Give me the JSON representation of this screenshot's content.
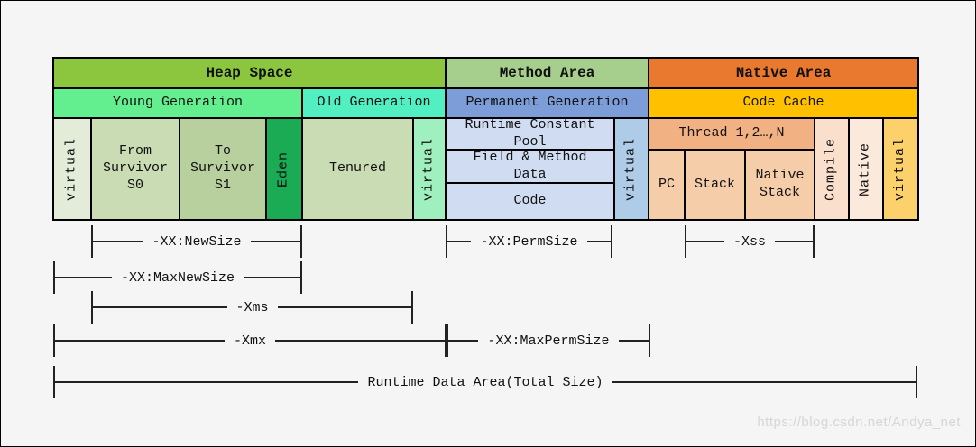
{
  "areas": [
    {
      "label": "Heap Space"
    },
    {
      "label": "Method Area"
    },
    {
      "label": "Native Area"
    }
  ],
  "regions": [
    {
      "label": "Young Generation"
    },
    {
      "label": "Old Generation"
    },
    {
      "label": "Permanent Generation"
    },
    {
      "label": "Code Cache"
    }
  ],
  "cells": {
    "young_virtual": "virtual",
    "from_survivor": "From\nSurvivor\nS0",
    "to_survivor": "To\nSurvivor\nS1",
    "eden": "Eden",
    "tenured": "Tenured",
    "old_virtual": "virtual",
    "runtime_constant_pool": "Runtime Constant\nPool",
    "field_method_data": "Field & Method\nData",
    "code": "Code",
    "perm_virtual": "virtual",
    "thread_header": "Thread 1,2…,N",
    "pc": "PC",
    "stack": "Stack",
    "native_stack": "Native\nStack",
    "compile": "Compile",
    "native": "Native",
    "native_virtual": "virtual"
  },
  "brackets": [
    {
      "label": "-XX:NewSize"
    },
    {
      "label": "-XX:PermSize"
    },
    {
      "label": "-Xss"
    },
    {
      "label": "-XX:MaxNewSize"
    },
    {
      "label": "-Xms"
    },
    {
      "label": "-Xmx"
    },
    {
      "label": "-XX:MaxPermSize"
    },
    {
      "label": "Runtime Data Area(Total Size)"
    }
  ],
  "watermark": "https://blog.csdn.net/Andya_net",
  "colors": {
    "heap_header": "#8CC63F",
    "method_header": "#A6CE8C",
    "native_header": "#E8792E",
    "young_gen": "#63EE90",
    "old_gen": "#52EFC3",
    "perm_gen": "#7C9DD7",
    "code_cache": "#FFC000",
    "young_virtual": "#E2ECD8",
    "survivor_from": "#C9DCB3",
    "survivor_to": "#B7D09E",
    "eden": "#1AAB54",
    "tenured": "#C9DCB3",
    "old_virtual": "#9FF0BE",
    "perm_cell": "#CFDCF2",
    "perm_virtual": "#AECBE8",
    "thread_header": "#F2B183",
    "thread_cell": "#F6CDA9",
    "compile": "#F9DFCC",
    "native": "#FBEADC",
    "native_virtual": "#FCD06A"
  }
}
